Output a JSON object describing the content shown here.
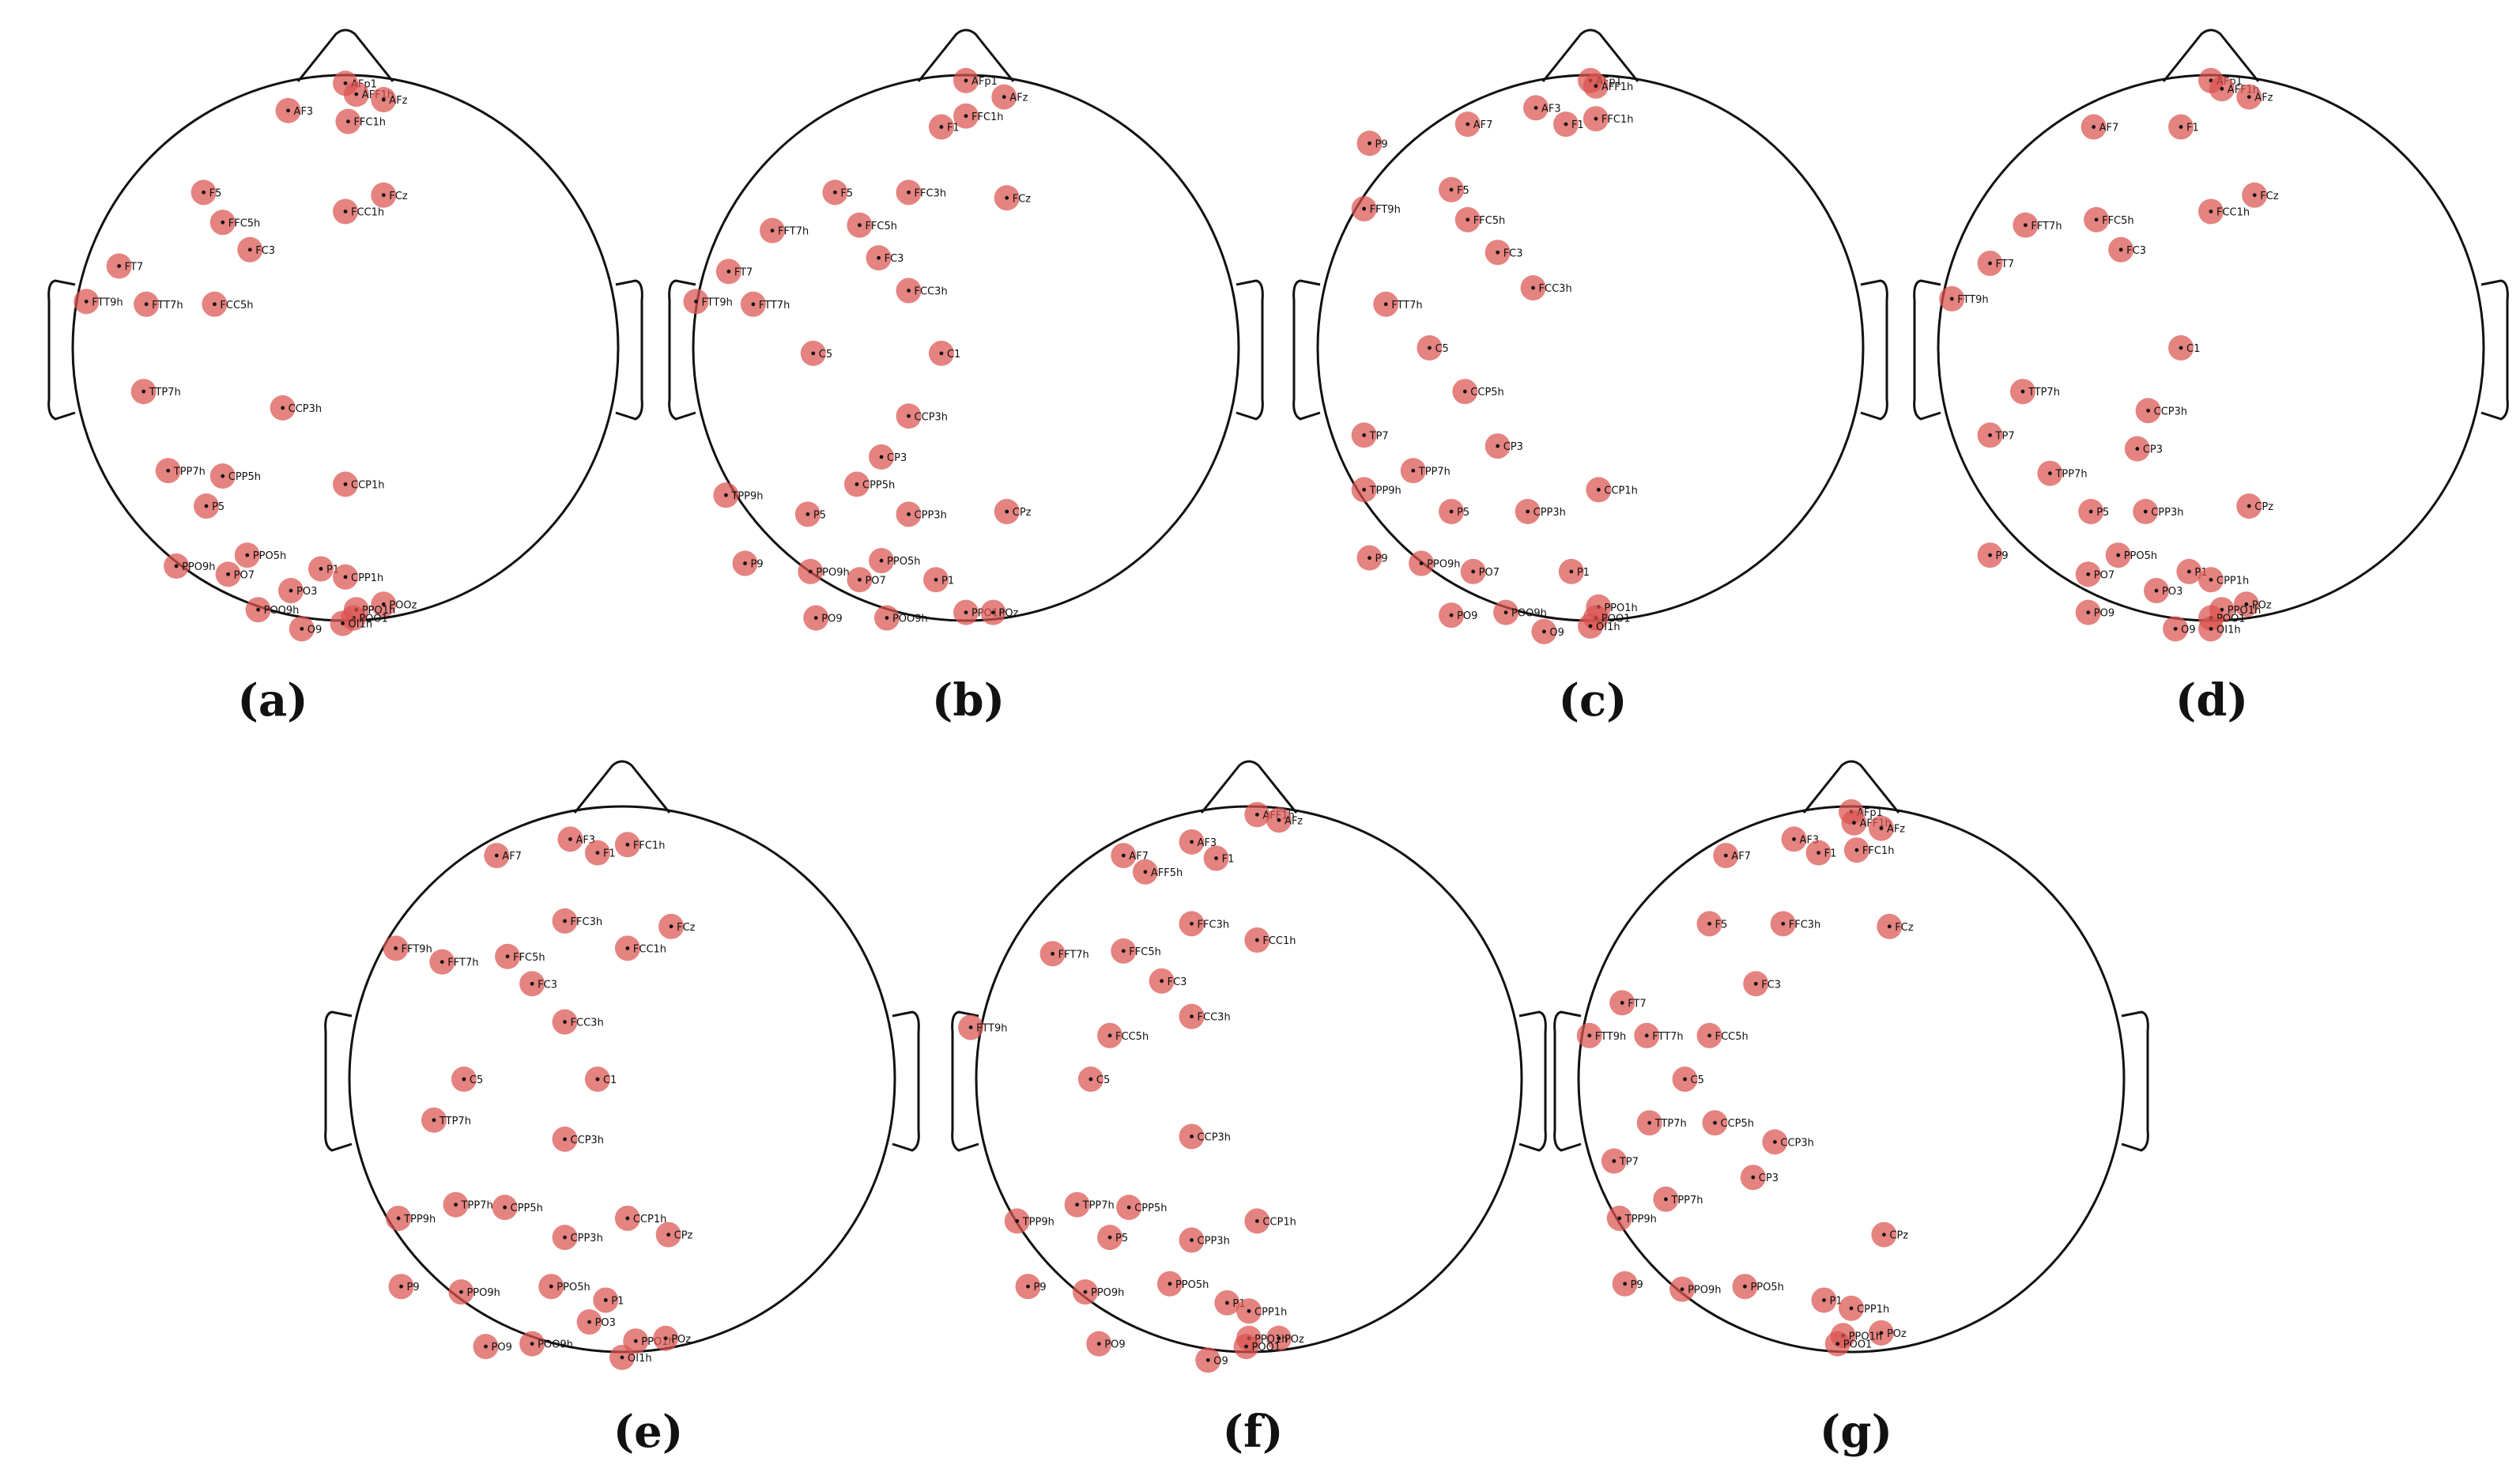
{
  "panels": [
    {
      "label": "(a)",
      "electrodes": [
        [
          "AFp1",
          0.0,
          -0.97
        ],
        [
          "AFF1h",
          0.04,
          -0.93
        ],
        [
          "AFz",
          0.14,
          -0.91
        ],
        [
          "AF3",
          -0.21,
          -0.87
        ],
        [
          "FFC1h",
          0.01,
          -0.83
        ],
        [
          "F5",
          -0.52,
          -0.57
        ],
        [
          "FCz",
          0.14,
          -0.56
        ],
        [
          "FFC5h",
          -0.45,
          -0.46
        ],
        [
          "FCC1h",
          0.0,
          -0.5
        ],
        [
          "FC3",
          -0.35,
          -0.36
        ],
        [
          "FT7",
          -0.83,
          -0.3
        ],
        [
          "FTT9h",
          -0.95,
          -0.17
        ],
        [
          "FTT7h",
          -0.73,
          -0.16
        ],
        [
          "FCC5h",
          -0.48,
          -0.16
        ],
        [
          "TTP7h",
          -0.74,
          0.16
        ],
        [
          "CCP3h",
          -0.23,
          0.22
        ],
        [
          "TPP7h",
          -0.65,
          0.45
        ],
        [
          "CPP5h",
          -0.45,
          0.47
        ],
        [
          "CCP1h",
          0.0,
          0.5
        ],
        [
          "P5",
          -0.51,
          0.58
        ],
        [
          "PPO5h",
          -0.36,
          0.76
        ],
        [
          "PPO9h",
          -0.62,
          0.8
        ],
        [
          "PO7",
          -0.43,
          0.83
        ],
        [
          "P1",
          -0.09,
          0.81
        ],
        [
          "CPP1h",
          0.0,
          0.84
        ],
        [
          "PO3",
          -0.2,
          0.89
        ],
        [
          "POOz",
          0.14,
          0.94
        ],
        [
          "POO9h",
          -0.32,
          0.96
        ],
        [
          "PPO1h",
          0.04,
          0.96
        ],
        [
          "POO1",
          0.03,
          0.99
        ],
        [
          "OI1h",
          -0.01,
          1.01
        ],
        [
          "O9",
          -0.16,
          1.03
        ]
      ]
    },
    {
      "label": "(b)",
      "electrodes": [
        [
          "AFp1",
          0.0,
          -0.98
        ],
        [
          "AFz",
          0.14,
          -0.92
        ],
        [
          "FFC1h",
          0.0,
          -0.85
        ],
        [
          "F1",
          -0.09,
          -0.81
        ],
        [
          "F5",
          -0.48,
          -0.57
        ],
        [
          "FFC3h",
          -0.21,
          -0.57
        ],
        [
          "FCz",
          0.15,
          -0.55
        ],
        [
          "FFT7h",
          -0.71,
          -0.43
        ],
        [
          "FFC5h",
          -0.39,
          -0.45
        ],
        [
          "FC3",
          -0.32,
          -0.33
        ],
        [
          "FT7",
          -0.87,
          -0.28
        ],
        [
          "FTT9h",
          -0.99,
          -0.17
        ],
        [
          "FTT7h",
          -0.78,
          -0.16
        ],
        [
          "FCC3h",
          -0.21,
          -0.21
        ],
        [
          "C5",
          -0.56,
          0.02
        ],
        [
          "C1",
          -0.09,
          0.02
        ],
        [
          "CCP3h",
          -0.21,
          0.25
        ],
        [
          "CP3",
          -0.31,
          0.4
        ],
        [
          "CPP5h",
          -0.4,
          0.5
        ],
        [
          "TPP9h",
          -0.88,
          0.54
        ],
        [
          "P5",
          -0.58,
          0.61
        ],
        [
          "CPP3h",
          -0.21,
          0.61
        ],
        [
          "CPz",
          0.15,
          0.6
        ],
        [
          "PPO5h",
          -0.31,
          0.78
        ],
        [
          "P9",
          -0.81,
          0.79
        ],
        [
          "PPO9h",
          -0.57,
          0.82
        ],
        [
          "PO7",
          -0.39,
          0.85
        ],
        [
          "P1",
          -0.11,
          0.85
        ],
        [
          "PPO1h",
          0.0,
          0.97
        ],
        [
          "POz",
          0.1,
          0.97
        ],
        [
          "PO9",
          -0.55,
          0.99
        ],
        [
          "POO9h",
          -0.29,
          0.99
        ]
      ]
    },
    {
      "label": "(c)",
      "electrodes": [
        [
          "AFp1",
          0.0,
          -0.98
        ],
        [
          "AFF1h",
          0.02,
          -0.96
        ],
        [
          "AF3",
          -0.2,
          -0.88
        ],
        [
          "AF7",
          -0.45,
          -0.82
        ],
        [
          "F1",
          -0.09,
          -0.82
        ],
        [
          "FFC1h",
          0.02,
          -0.84
        ],
        [
          "P9",
          -0.81,
          -0.75
        ],
        [
          "F5",
          -0.51,
          -0.58
        ],
        [
          "FFT9h",
          -0.83,
          -0.51
        ],
        [
          "FFC5h",
          -0.45,
          -0.47
        ],
        [
          "FC3",
          -0.34,
          -0.35
        ],
        [
          "FCC3h",
          -0.21,
          -0.22
        ],
        [
          "FTT7h",
          -0.75,
          -0.16
        ],
        [
          "C5",
          -0.59,
          0.0
        ],
        [
          "CCP5h",
          -0.46,
          0.16
        ],
        [
          "TP7",
          -0.83,
          0.32
        ],
        [
          "CP3",
          -0.34,
          0.36
        ],
        [
          "TPP7h",
          -0.65,
          0.45
        ],
        [
          "TPP9h",
          -0.83,
          0.52
        ],
        [
          "CCP1h",
          0.03,
          0.52
        ],
        [
          "P5",
          -0.51,
          0.6
        ],
        [
          "CPP3h",
          -0.23,
          0.6
        ],
        [
          "P9",
          -0.81,
          0.77
        ],
        [
          "PPO9h",
          -0.62,
          0.79
        ],
        [
          "PO7",
          -0.43,
          0.82
        ],
        [
          "P1",
          -0.07,
          0.82
        ],
        [
          "PPO1h",
          0.03,
          0.95
        ],
        [
          "PO9",
          -0.51,
          0.98
        ],
        [
          "POO9h",
          -0.31,
          0.97
        ],
        [
          "POO1",
          0.02,
          0.99
        ],
        [
          "OI1h",
          0.0,
          1.02
        ],
        [
          "O9",
          -0.17,
          1.04
        ]
      ]
    },
    {
      "label": "(d)",
      "electrodes": [
        [
          "AFp1",
          0.0,
          -0.98
        ],
        [
          "AFF1h",
          0.04,
          -0.95
        ],
        [
          "AFz",
          0.14,
          -0.92
        ],
        [
          "AF7",
          -0.43,
          -0.81
        ],
        [
          "F1",
          -0.11,
          -0.81
        ],
        [
          "FCz",
          0.16,
          -0.56
        ],
        [
          "FFT7h",
          -0.68,
          -0.45
        ],
        [
          "FFC5h",
          -0.42,
          -0.47
        ],
        [
          "FCC1h",
          0.0,
          -0.5
        ],
        [
          "FC3",
          -0.33,
          -0.36
        ],
        [
          "FT7",
          -0.81,
          -0.31
        ],
        [
          "FTT9h",
          -0.95,
          -0.18
        ],
        [
          "C1",
          -0.11,
          0.0
        ],
        [
          "TTP7h",
          -0.69,
          0.16
        ],
        [
          "CCP3h",
          -0.23,
          0.23
        ],
        [
          "TP7",
          -0.81,
          0.32
        ],
        [
          "CP3",
          -0.27,
          0.37
        ],
        [
          "TPP7h",
          -0.59,
          0.46
        ],
        [
          "P5",
          -0.44,
          0.6
        ],
        [
          "CPP3h",
          -0.24,
          0.6
        ],
        [
          "CPz",
          0.14,
          0.58
        ],
        [
          "P9",
          -0.81,
          0.76
        ],
        [
          "PPO5h",
          -0.34,
          0.76
        ],
        [
          "PO7",
          -0.45,
          0.83
        ],
        [
          "P1",
          -0.08,
          0.82
        ],
        [
          "CPP1h",
          0.0,
          0.85
        ],
        [
          "PO3",
          -0.2,
          0.89
        ],
        [
          "POz",
          0.13,
          0.94
        ],
        [
          "PPO1h",
          0.04,
          0.96
        ],
        [
          "PO9",
          -0.45,
          0.97
        ],
        [
          "POO1",
          0.0,
          0.99
        ],
        [
          "O9",
          -0.13,
          1.03
        ],
        [
          "OI1h",
          0.0,
          1.03
        ]
      ]
    },
    {
      "label": "(e)",
      "electrodes": [
        [
          "AF7",
          -0.46,
          -0.82
        ],
        [
          "AF3",
          -0.19,
          -0.88
        ],
        [
          "F1",
          -0.09,
          -0.83
        ],
        [
          "FFC1h",
          0.02,
          -0.86
        ],
        [
          "FFT9h",
          -0.83,
          -0.48
        ],
        [
          "FFT7h",
          -0.66,
          -0.43
        ],
        [
          "FFC5h",
          -0.42,
          -0.45
        ],
        [
          "FFC3h",
          -0.21,
          -0.58
        ],
        [
          "FCz",
          0.18,
          -0.56
        ],
        [
          "FCC1h",
          0.02,
          -0.48
        ],
        [
          "FC3",
          -0.33,
          -0.35
        ],
        [
          "FCC3h",
          -0.21,
          -0.21
        ],
        [
          "C5",
          -0.58,
          0.0
        ],
        [
          "C1",
          -0.09,
          0.0
        ],
        [
          "TTP7h",
          -0.69,
          0.15
        ],
        [
          "CCP3h",
          -0.21,
          0.22
        ],
        [
          "TPP9h",
          -0.82,
          0.51
        ],
        [
          "TPP7h",
          -0.61,
          0.46
        ],
        [
          "CPP5h",
          -0.43,
          0.47
        ],
        [
          "CCP1h",
          0.02,
          0.51
        ],
        [
          "CPz",
          0.17,
          0.57
        ],
        [
          "CPP3h",
          -0.21,
          0.58
        ],
        [
          "P9",
          -0.81,
          0.76
        ],
        [
          "PPO9h",
          -0.59,
          0.78
        ],
        [
          "PPO5h",
          -0.26,
          0.76
        ],
        [
          "P1",
          -0.06,
          0.81
        ],
        [
          "PO3",
          -0.12,
          0.89
        ],
        [
          "PO9",
          -0.5,
          0.98
        ],
        [
          "POO9h",
          -0.33,
          0.97
        ],
        [
          "PPO1h",
          0.05,
          0.96
        ],
        [
          "POz",
          0.16,
          0.95
        ],
        [
          "OI1h",
          0.0,
          1.02
        ]
      ]
    },
    {
      "label": "(f)",
      "electrodes": [
        [
          "AFF1h",
          0.03,
          -0.97
        ],
        [
          "AFz",
          0.11,
          -0.95
        ],
        [
          "AF3",
          -0.21,
          -0.87
        ],
        [
          "AF7",
          -0.46,
          -0.82
        ],
        [
          "F1",
          -0.12,
          -0.81
        ],
        [
          "AFF5h",
          -0.38,
          -0.76
        ],
        [
          "FFC3h",
          -0.21,
          -0.57
        ],
        [
          "FCC1h",
          0.03,
          -0.51
        ],
        [
          "FFT7h",
          -0.72,
          -0.46
        ],
        [
          "FFC5h",
          -0.46,
          -0.47
        ],
        [
          "FC3",
          -0.32,
          -0.36
        ],
        [
          "FCC3h",
          -0.21,
          -0.23
        ],
        [
          "FTT9h",
          -1.02,
          -0.19
        ],
        [
          "FCC5h",
          -0.51,
          -0.16
        ],
        [
          "C5",
          -0.58,
          0.0
        ],
        [
          "CCP3h",
          -0.21,
          0.21
        ],
        [
          "TPP9h",
          -0.85,
          0.52
        ],
        [
          "TPP7h",
          -0.63,
          0.46
        ],
        [
          "CPP5h",
          -0.44,
          0.47
        ],
        [
          "CCP1h",
          0.03,
          0.52
        ],
        [
          "P5",
          -0.51,
          0.58
        ],
        [
          "CPP3h",
          -0.21,
          0.59
        ],
        [
          "P9",
          -0.81,
          0.76
        ],
        [
          "PPO9h",
          -0.6,
          0.78
        ],
        [
          "PPO5h",
          -0.29,
          0.75
        ],
        [
          "P1",
          -0.08,
          0.82
        ],
        [
          "CPP1h",
          0.0,
          0.85
        ],
        [
          "POz",
          0.11,
          0.95
        ],
        [
          "PPO1h",
          0.0,
          0.95
        ],
        [
          "POO1",
          -0.01,
          0.98
        ],
        [
          "PO9",
          -0.55,
          0.97
        ],
        [
          "O9",
          -0.15,
          1.03
        ]
      ]
    },
    {
      "label": "(g)",
      "electrodes": [
        [
          "AFp1",
          0.0,
          -0.98
        ],
        [
          "AFF1h",
          0.01,
          -0.94
        ],
        [
          "AFz",
          0.11,
          -0.92
        ],
        [
          "AF3",
          -0.21,
          -0.88
        ],
        [
          "AF7",
          -0.46,
          -0.82
        ],
        [
          "F1",
          -0.12,
          -0.83
        ],
        [
          "FFC1h",
          0.02,
          -0.84
        ],
        [
          "F5",
          -0.52,
          -0.57
        ],
        [
          "FFC3h",
          -0.25,
          -0.57
        ],
        [
          "FCz",
          0.14,
          -0.56
        ],
        [
          "FC3",
          -0.35,
          -0.35
        ],
        [
          "FT7",
          -0.84,
          -0.28
        ],
        [
          "FTT9h",
          -0.96,
          -0.16
        ],
        [
          "FTT7h",
          -0.75,
          -0.16
        ],
        [
          "FCC5h",
          -0.52,
          -0.16
        ],
        [
          "C5",
          -0.61,
          0.0
        ],
        [
          "TTP7h",
          -0.74,
          0.16
        ],
        [
          "CCP5h",
          -0.5,
          0.16
        ],
        [
          "CCP3h",
          -0.28,
          0.23
        ],
        [
          "TP7",
          -0.87,
          0.3
        ],
        [
          "CP3",
          -0.36,
          0.36
        ],
        [
          "TPP7h",
          -0.68,
          0.44
        ],
        [
          "TPP9h",
          -0.85,
          0.51
        ],
        [
          "CPz",
          0.12,
          0.57
        ],
        [
          "P9",
          -0.83,
          0.75
        ],
        [
          "PPO9h",
          -0.62,
          0.77
        ],
        [
          "PPO5h",
          -0.39,
          0.76
        ],
        [
          "P1",
          -0.1,
          0.81
        ],
        [
          "CPP1h",
          0.0,
          0.84
        ],
        [
          "POz",
          0.11,
          0.93
        ],
        [
          "PPO1h",
          -0.03,
          0.94
        ],
        [
          "POO1",
          -0.05,
          0.97
        ]
      ]
    }
  ]
}
